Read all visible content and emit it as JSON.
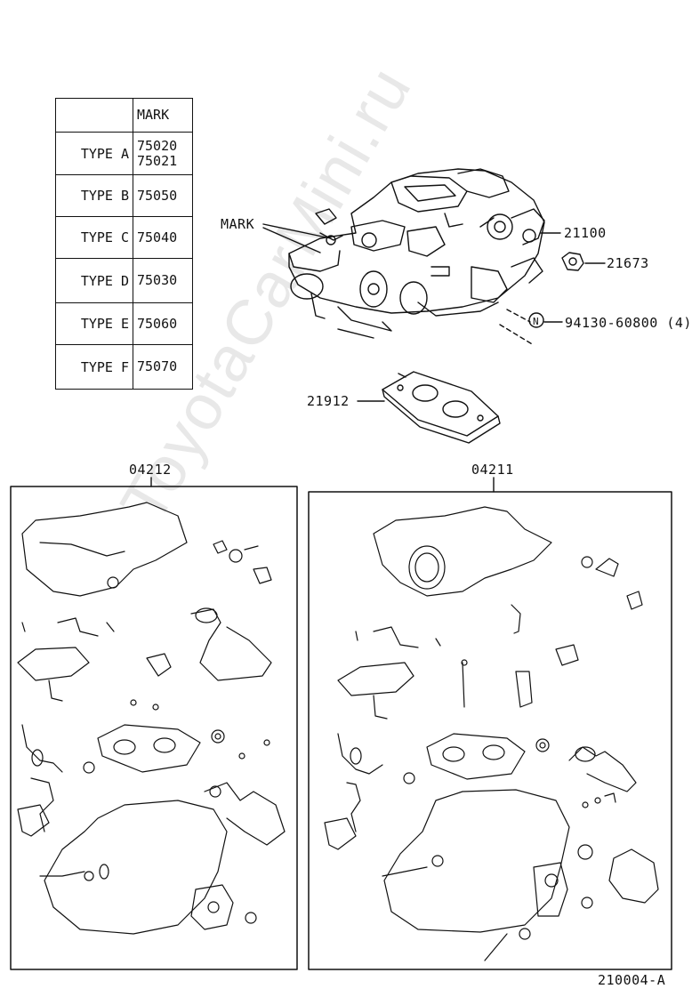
{
  "type_table": {
    "header": [
      "",
      "MARK"
    ],
    "rows": [
      {
        "type": "TYPE  A",
        "marks": [
          "75020",
          "75021"
        ]
      },
      {
        "type": "TYPE  B",
        "marks": [
          "75050"
        ]
      },
      {
        "type": "TYPE  C",
        "marks": [
          "75040"
        ]
      },
      {
        "type": "TYPE  D",
        "marks": [
          "75030"
        ]
      },
      {
        "type": "TYPE  E",
        "marks": [
          "75060"
        ]
      },
      {
        "type": "TYPE  F",
        "marks": [
          "75070"
        ]
      }
    ]
  },
  "callouts": {
    "mark": "MARK",
    "carburetor": "21100",
    "nut": "21673",
    "stud": "94130-60800 (4)",
    "gasket": "21912",
    "kit_left": "04212",
    "kit_right": "04211",
    "diagram_id": "210004-A",
    "n_marker": "N"
  },
  "watermark": "ToyotaCarMini.ru",
  "colors": {
    "line": "#111111",
    "watermark": "#969696"
  }
}
